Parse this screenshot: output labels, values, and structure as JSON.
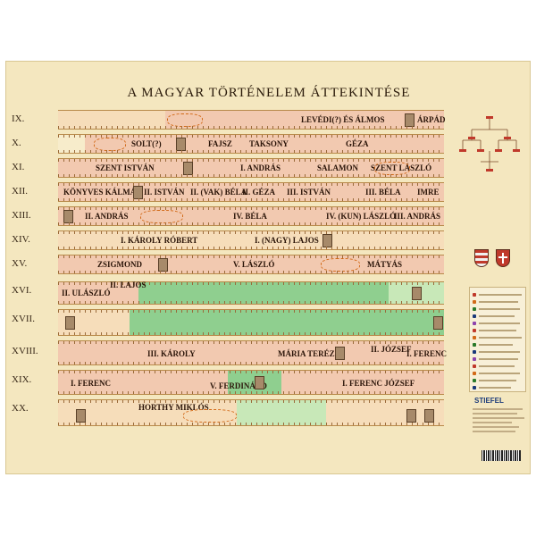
{
  "title": "A MAGYAR TÖRTÉNELEM ÁTTEKINTÉSE",
  "centuries": [
    "IX.",
    "X.",
    "XI.",
    "XII.",
    "XIII.",
    "XIV.",
    "XV.",
    "XVI.",
    "XVII.",
    "XVIII.",
    "XIX.",
    "XX."
  ],
  "rows": [
    {
      "names": [
        "LEVÉDI(?) ÉS ÁLMOS",
        "ÁRPÁD"
      ]
    },
    {
      "names": [
        "SOLT(?)",
        "FAJSZ",
        "TAKSONY",
        "GÉZA"
      ]
    },
    {
      "names": [
        "SZENT ISTVÁN",
        "I. ANDRÁS",
        "SALAMON",
        "SZENT LÁSZLÓ"
      ]
    },
    {
      "names": [
        "KÖNYVES KÁLMÁN",
        "II. ISTVÁN",
        "II. (VAK) BÉLA",
        "II. GÉZA",
        "III. ISTVÁN",
        "III. BÉLA",
        "IMRE"
      ]
    },
    {
      "names": [
        "II. ANDRÁS",
        "IV. BÉLA",
        "IV. (KUN) LÁSZLÓ",
        "III. ANDRÁS"
      ]
    },
    {
      "names": [
        "I. KÁROLY RÓBERT",
        "I. (NAGY) LAJOS"
      ]
    },
    {
      "names": [
        "ZSIGMOND",
        "V. LÁSZLÓ",
        "MÁTYÁS"
      ]
    },
    {
      "names": [
        "II. ULÁSZLÓ",
        "II. LAJOS"
      ]
    },
    {
      "names": []
    },
    {
      "names": [
        "III. KÁROLY",
        "MÁRIA TERÉZIA",
        "II. JÓZSEF",
        "I. FERENC"
      ]
    },
    {
      "names": [
        "I. FERENC",
        "V. FERDINÁND",
        "I. FERENC JÓZSEF"
      ]
    },
    {
      "names": [
        "HORTHY MIKLÓS"
      ]
    }
  ],
  "colors": {
    "background": "#f4e7bf",
    "band_pink": "#f2c9b0",
    "band_green": "#8fcf8f",
    "accent": "#d26a18"
  },
  "publisher": "STIEFEL"
}
